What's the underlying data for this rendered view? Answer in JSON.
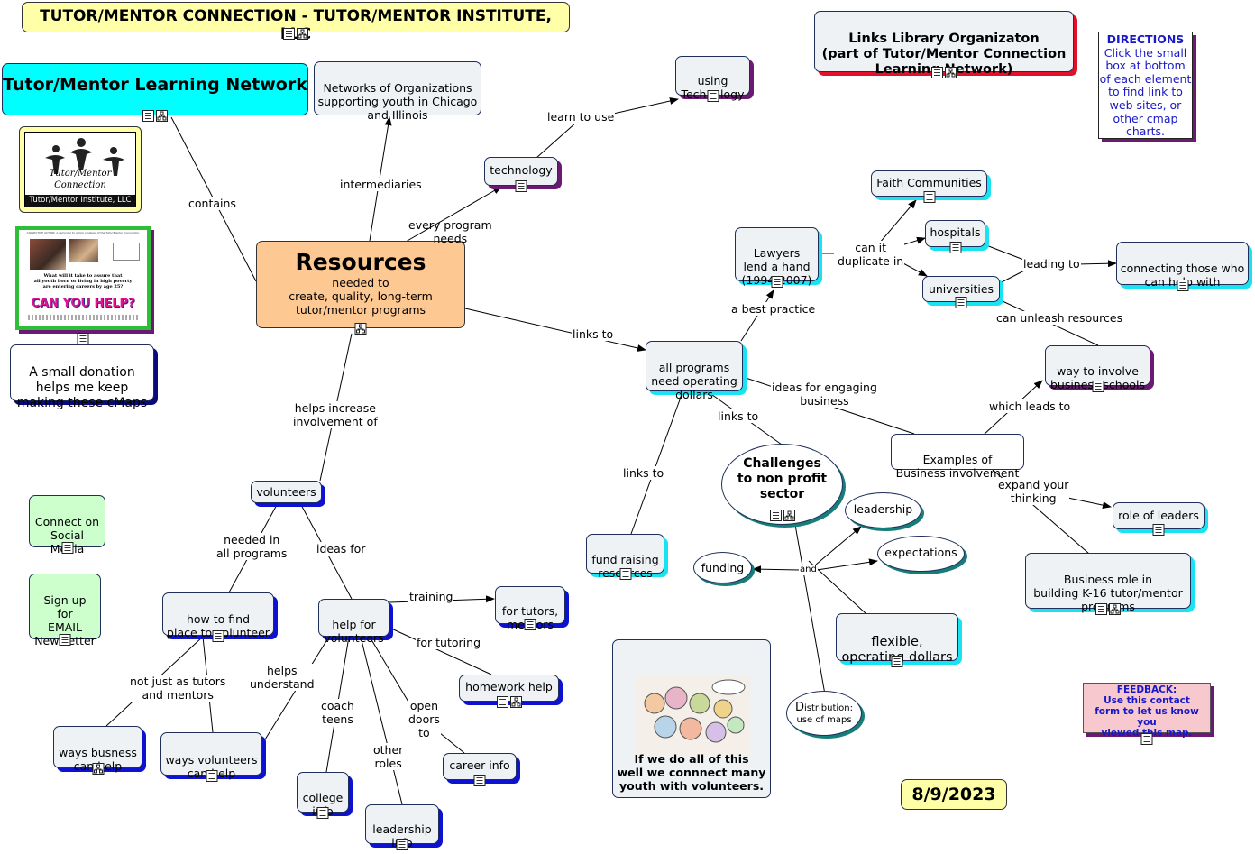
{
  "title": "TUTOR/MENTOR CONNECTION - TUTOR/MENTOR INSTITUTE, LLC",
  "date": "8/9/2023",
  "network": "Tutor/Mentor Learning Network",
  "links_library": "Links Library Organizaton\n(part of Tutor/Mentor Connection\nLearning Network)",
  "directions": {
    "heading": "DIRECTIONS",
    "body": "Click the small\nbox at bottom\nof each element\nto find link to\nweb sites, or\nother cmap\ncharts."
  },
  "feedback": {
    "heading": "FEEDBACK:",
    "body": "Use this contact\nform to let us know you\nviewed this map."
  },
  "logo": {
    "line1": "Tutor/Mentor",
    "line2": "Connection",
    "caption": "Tutor/Mentor Institute, LLC"
  },
  "poster": {
    "header": "COLLECTIVE ACTION: A reminder to action strategy of the Tutor/Mentor Connection",
    "question": "What will it take to assure that\nall youth born or living in high poverty\nare entering careers by age 25?",
    "cta": "CAN YOU HELP?"
  },
  "donation": "A small donation\nhelps me keep\nmaking these cMaps",
  "resources": {
    "title": "Resources",
    "subtitle": "needed to\ncreate, quality, long-term\ntutor/mentor programs"
  },
  "nodes": {
    "networks": "Networks of Organizations\nsupporting youth in Chicago\nand Illinois",
    "technology": "technology",
    "using_tech": "using\nTechnology",
    "faith": "Faith Communities",
    "lawyers": "Lawyers\nlend a hand\n(1994-2007)",
    "hospitals": "hospitals",
    "universities": "universities",
    "connecting": "connecting those who\ncan help with",
    "all_programs": "all programs\nneed operating\ndollars",
    "way_involve": "way to involve\nbusiness schools",
    "examples": "Examples of\nBusiness involvement",
    "challenges": "Challenges\nto non profit\nsector",
    "leadership": "leadership",
    "expectations": "expectations",
    "funding": "funding",
    "flexible": "flexible,\noperating dollars",
    "distribution_big": "D",
    "distribution": "istribution:\nuse of maps",
    "fund_raising": "fund raising\nresources",
    "role_leaders": "role of leaders",
    "business_role": "Business role in\nbuilding K-16 tutor/mentor\nprograms",
    "volunteers": "volunteers",
    "how_to_find": "how to find\nplace to volunteer",
    "help_for": "help for\nvolunteers",
    "for_tutors": "for tutors,\nmentors",
    "homework": "homework help",
    "career": "career info",
    "college": "college\ninfo",
    "leadership_info": "leadership\ninfo",
    "ways_business": "ways busness\ncan help",
    "ways_volunteers": "ways volunteers\ncan help",
    "connect_social": "Connect on\nSocial\nMedia",
    "sign_up": "Sign up\nfor\nEMAIL\nNewsletter",
    "if_we": "If we do all of this\nwell we connnect many\nyouth with volunteers."
  },
  "labels": {
    "contains": "contains",
    "intermediaries": "intermediaries",
    "learn_to_use": "learn to use",
    "every_program": "every program\nneeds",
    "links_to_1": "links to",
    "a_best_practice": "a best practice",
    "can_duplicate": "can it\nduplicate in",
    "leading_to": "leading to",
    "can_unleash": "can unleash resources",
    "which_leads": "which leads to",
    "ideas_engaging": "ideas for engaging\nbusiness",
    "links_to_2": "links to",
    "links_to_3": "links to",
    "expand": "expand your\nthinking",
    "and": "and",
    "helps_increase": "helps increase\ninvolvement of",
    "needed_in": "needed in\nall programs",
    "ideas_for": "ideas for",
    "training": "training",
    "for_tutoring": "for tutoring",
    "not_just": "not just as tutors\nand mentors",
    "helps_understand": "helps\nunderstand",
    "coach_teens": "coach\nteens",
    "other_roles": "other\nroles",
    "open_doors": "open\ndoors\nto"
  },
  "colors": {
    "cyan": "#19e3f2",
    "blue": "#0c12d0",
    "purple": "#6b1a73",
    "red": "#e2102a",
    "teal": "#167e78",
    "resources_fill": "#fdc891",
    "title_fill": "#ffffa8",
    "feedback_fill": "#f7c9cf",
    "green_fill": "#ccffcc"
  }
}
